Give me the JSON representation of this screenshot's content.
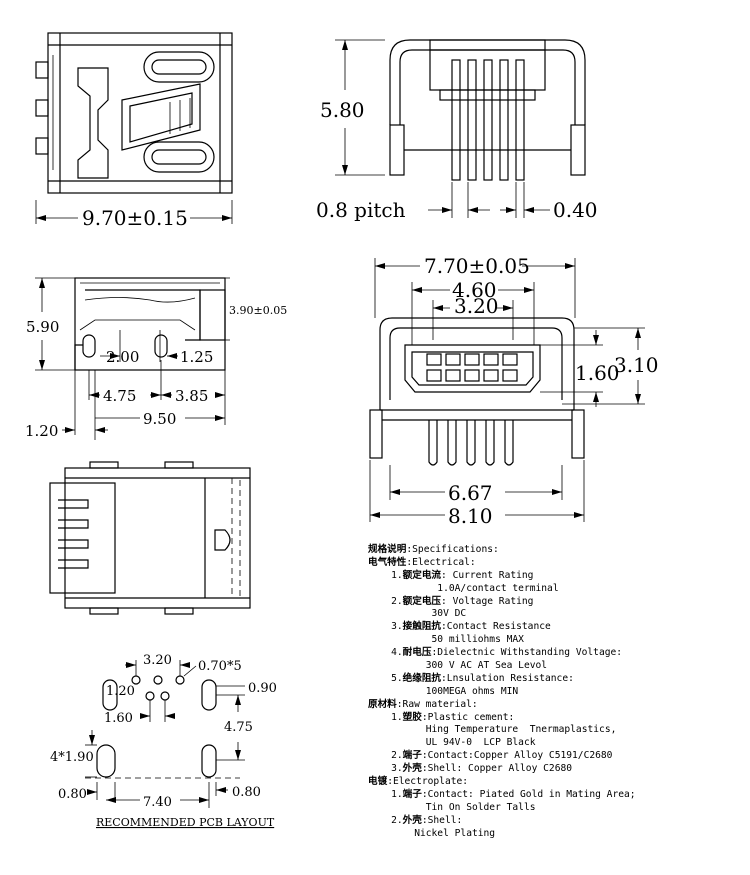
{
  "top_left_view": {
    "width_dim": "9.70±0.15"
  },
  "top_right_view": {
    "height_dim": "5.80",
    "pitch_dim": "0.8 pitch",
    "pin_dim": "0.40"
  },
  "side_view": {
    "height_dim": "5.90",
    "right_dim": "3.90±0.05",
    "d200": "2.00",
    "d125": "1.25",
    "d475": "4.75",
    "d385": "3.85",
    "d950": "9.50",
    "d120": "1.20"
  },
  "front_view": {
    "d770": "7.70±0.05",
    "d460": "4.60",
    "d320": "3.20",
    "d160": "1.60",
    "d310": "3.10",
    "d667": "6.67",
    "d810": "8.10"
  },
  "pcb": {
    "d320": "3.20",
    "d070": "0.70*5",
    "d120": "1.20",
    "d090": "0.90",
    "d160": "1.60",
    "d475": "4.75",
    "d190": "4*1.90",
    "d080a": "0.80",
    "d740": "7.40",
    "d080b": "0.80",
    "title": "RECOMMENDED PCB LAYOUT"
  },
  "specs": [
    {
      "cjk": "规格说明",
      "text": ":Specifications:"
    },
    {
      "cjk": "电气特性",
      "text": ":Electrical:"
    },
    {
      "pre": "    1.",
      "cjk": "额定电流",
      "text": ": Current Rating"
    },
    {
      "text": "            1.0A/contact terminal"
    },
    {
      "pre": "    2.",
      "cjk": "额定电压",
      "text": ": Voltage Rating"
    },
    {
      "text": "           30V DC"
    },
    {
      "pre": "    3.",
      "cjk": "接触阻抗",
      "text": ":Contact Resistance"
    },
    {
      "text": "           50 milliohms MAX"
    },
    {
      "pre": "    4.",
      "cjk": "耐电压",
      "text": ":Dielectnic Withstanding Voltage:"
    },
    {
      "text": "          300 V AC AT Sea Levol"
    },
    {
      "pre": "    5.",
      "cjk": "绝缘阻抗",
      "text": ":Lnsulation Resistance:"
    },
    {
      "text": "          100MEGA ohms MIN"
    },
    {
      "cjk": "原材料",
      "text": ":Raw material:"
    },
    {
      "pre": "    1.",
      "cjk": "塑胶",
      "text": ":Plastic cement:"
    },
    {
      "text": "          Hing Temperature  Tnermaplastics,"
    },
    {
      "text": "          UL 94V-0  LCP Black"
    },
    {
      "pre": "    2.",
      "cjk": "端子",
      "text": ":Contact:Copper Alloy C5191/C2680"
    },
    {
      "pre": "    3.",
      "cjk": "外壳",
      "text": ":Shell: Copper Alloy C2680"
    },
    {
      "cjk": "电镀",
      "text": ":Electroplate:"
    },
    {
      "pre": "    1.",
      "cjk": "端子",
      "text": ":Contact: Piated Gold in Mating Area;"
    },
    {
      "text": "          Tin On Solder Talls"
    },
    {
      "pre": "    2.",
      "cjk": "外壳",
      "text": ":Shell:"
    },
    {
      "text": "        Nickel Plating"
    }
  ]
}
